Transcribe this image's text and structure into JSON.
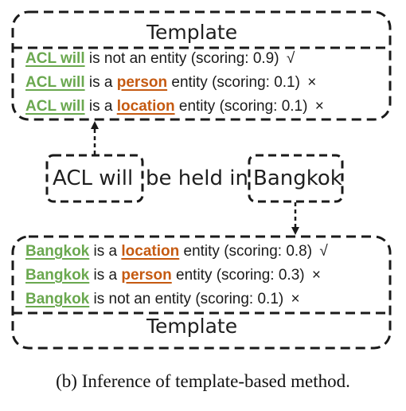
{
  "top_box": {
    "title": "Template",
    "lines": [
      {
        "entity": "ACL will",
        "prefix": "is not an entity",
        "type": "",
        "suffix": "(scoring: 0.9)",
        "mark": "√"
      },
      {
        "entity": "ACL will",
        "prefix": "is a",
        "type": "person",
        "suffix": "entity (scoring: 0.1)",
        "mark": "×"
      },
      {
        "entity": "ACL will",
        "prefix": "is a",
        "type": "location",
        "suffix": "entity (scoring: 0.1)",
        "mark": "×"
      }
    ]
  },
  "sentence": {
    "span1": "ACL will",
    "middle": "be held in",
    "span2": "Bangkok"
  },
  "bottom_box": {
    "title": "Template",
    "lines": [
      {
        "entity": "Bangkok",
        "prefix": "is a",
        "type": "location",
        "suffix": "entity (scoring: 0.8)",
        "mark": "√"
      },
      {
        "entity": "Bangkok",
        "prefix": "is a",
        "type": "person",
        "suffix": "entity (scoring: 0.3)",
        "mark": "×"
      },
      {
        "entity": "Bangkok",
        "prefix": "is not an entity",
        "type": "",
        "suffix": "(scoring: 0.1)",
        "mark": "×"
      }
    ]
  },
  "caption": "(b)  Inference of template-based method.",
  "colors": {
    "entity": "#6aa84f",
    "type": "#c55a11",
    "border": "#1a1a1a"
  }
}
